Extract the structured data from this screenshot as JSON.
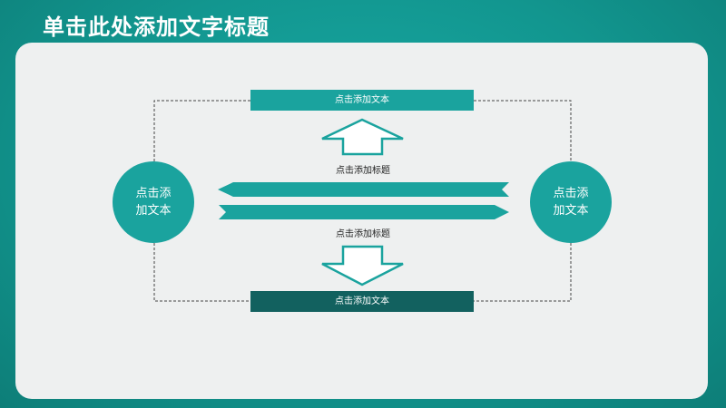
{
  "title": "单击此处添加文字标题",
  "top_box": "点击添加文本",
  "bottom_box": "点击添加文本",
  "label_top": "点击添加标题",
  "label_bottom": "点击添加标题",
  "circle_left": "点击添加文本",
  "circle_right": "点击添加文本",
  "colors": {
    "background": "#12968f",
    "accent": "#1aa39e",
    "dark_accent": "#12615f",
    "panel": "#eef0f0"
  }
}
